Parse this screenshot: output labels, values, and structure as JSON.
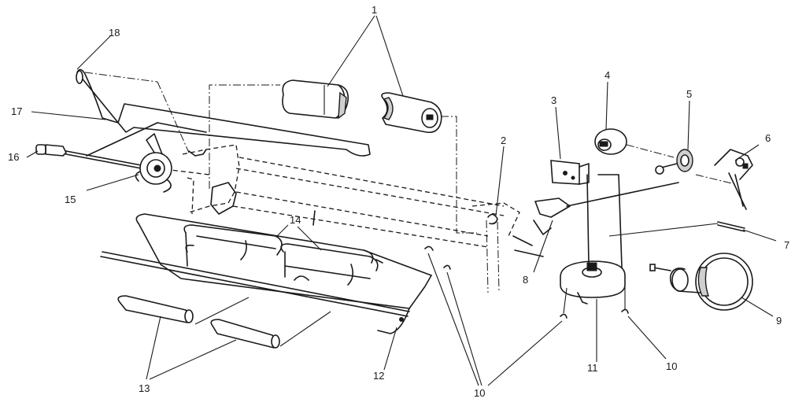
{
  "diagram": {
    "callouts": [
      {
        "id": "1",
        "text": "1"
      },
      {
        "id": "2",
        "text": "2"
      },
      {
        "id": "3",
        "text": "3"
      },
      {
        "id": "4",
        "text": "4"
      },
      {
        "id": "5",
        "text": "5"
      },
      {
        "id": "6",
        "text": "6"
      },
      {
        "id": "7",
        "text": "7"
      },
      {
        "id": "8",
        "text": "8"
      },
      {
        "id": "9",
        "text": "9"
      },
      {
        "id": "10",
        "text": "10"
      },
      {
        "id": "10b",
        "text": "10"
      },
      {
        "id": "11",
        "text": "11"
      },
      {
        "id": "12",
        "text": "12"
      },
      {
        "id": "13",
        "text": "13"
      },
      {
        "id": "14",
        "text": "14"
      },
      {
        "id": "15",
        "text": "15"
      },
      {
        "id": "16",
        "text": "16"
      },
      {
        "id": "17",
        "text": "17"
      },
      {
        "id": "18",
        "text": "18"
      }
    ]
  }
}
